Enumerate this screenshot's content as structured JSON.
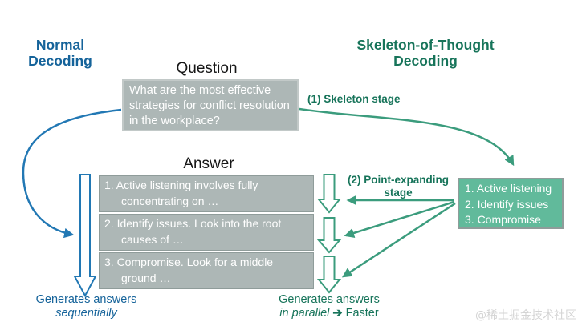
{
  "colors": {
    "blue_text": "#15639a",
    "blue_line": "#2278b4",
    "green_text": "#17745a",
    "green_line": "#3b9c7d",
    "green_box_fill": "#61ba9b",
    "gray_box_fill": "#adb7b6",
    "gray_box_border": "#8f9c9a",
    "question_box_border": "#c2c9c8",
    "box_text": "#ffffff",
    "label_text": "#161616",
    "watermark": "#d4d4d4"
  },
  "left_column": {
    "title": "Normal Decoding",
    "caption_line1": "Generates answers",
    "caption_line2": "sequentially"
  },
  "right_column": {
    "title": "Skeleton-of-Thought Decoding",
    "stage1_label": "(1) Skeleton stage",
    "stage2_line1": "(2) Point-expanding",
    "stage2_line2": "stage",
    "caption_line1": "Generates answers",
    "caption_italic": "in parallel",
    "caption_arrow": "➔",
    "caption_rest": "Faster"
  },
  "question": {
    "label": "Question",
    "text": "What are the most effective strategies for conflict resolution in the workplace?"
  },
  "answer": {
    "label": "Answer",
    "items": [
      "1. Active listening involves fully concentrating on …",
      "2. Identify issues. Look into the root causes of …",
      "3. Compromise. Look for a middle ground …"
    ]
  },
  "skeleton": {
    "items": [
      "1. Active listening",
      "2. Identify issues",
      "3. Compromise"
    ]
  },
  "watermark": "@稀土掘金技术社区"
}
